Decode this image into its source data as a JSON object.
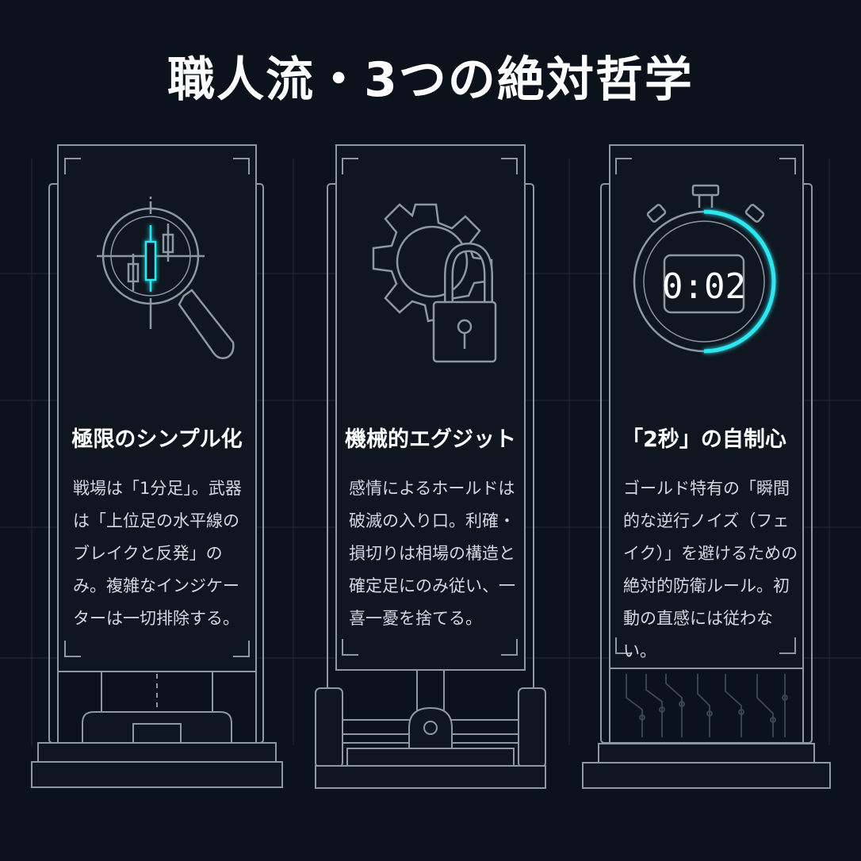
{
  "page": {
    "title": "職人流・3つの絶対哲学"
  },
  "panels": [
    {
      "icon": "magnifier-candlestick-icon",
      "heading": "極限のシンプル化",
      "body": "戦場は「1分足」。武器は「上位足の水平線のブレイクと反発」のみ。複雑なインジケーターは一切排除する。"
    },
    {
      "icon": "gear-padlock-icon",
      "heading": "機械的エグジット",
      "body": "感情によるホールドは破滅の入り口。利確・損切りは相場の構造と確定足にのみ従い、一喜一憂を捨てる。"
    },
    {
      "icon": "stopwatch-icon",
      "heading": "「2秒」の自制心",
      "body": "ゴールド特有の「瞬間的な逆行ノイズ（フェイク）」を避けるための絶対的防衛ルール。初動の直感には従わない。",
      "timer_display": "0:02"
    }
  ],
  "colors": {
    "background": "#0c121b",
    "line": "#8d98a3",
    "accent_cyan": "#2ee6f0",
    "accent_yellow": "#ffd21a",
    "text": "#ffffff"
  }
}
